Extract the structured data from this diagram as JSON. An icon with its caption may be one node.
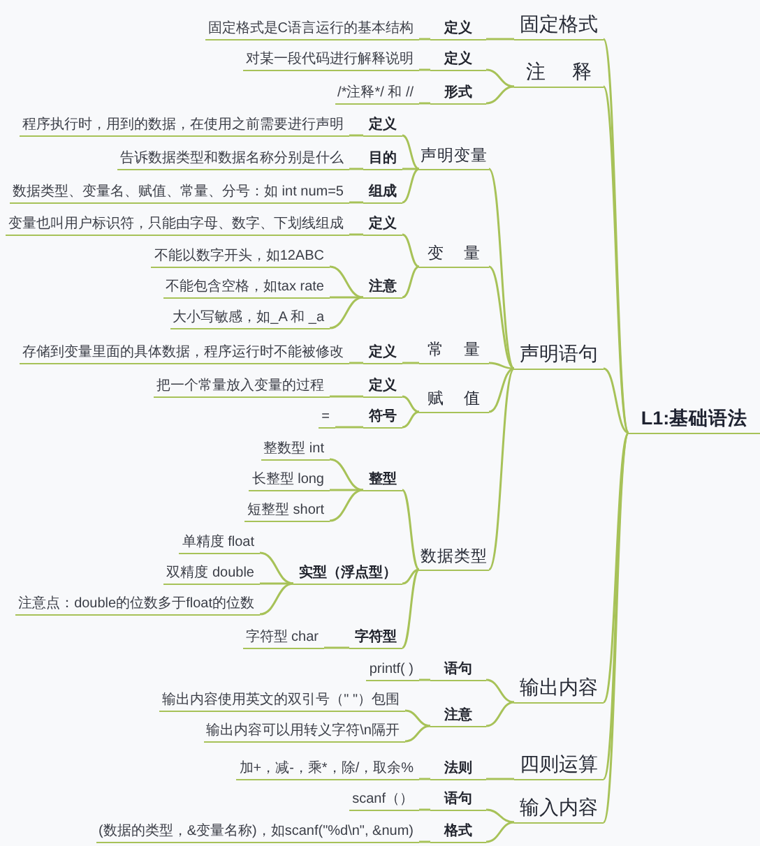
{
  "diagram": {
    "nodes": [
      {
        "text": [
          "L1:基础语法"
        ]
      },
      {
        "text": [
          "固定格式"
        ]
      },
      {
        "text": [
          "定义"
        ]
      },
      {
        "text": [
          "固定格式是C语言运行的基本结构"
        ]
      },
      {
        "text": [
          "注 释"
        ]
      },
      {
        "text": [
          "定义"
        ]
      },
      {
        "text": [
          "对某一段代码进行解释说明"
        ]
      },
      {
        "text": [
          "形式"
        ]
      },
      {
        "text": [
          "/*注释*/ 和 //"
        ]
      },
      {
        "text": [
          "声明语句"
        ]
      },
      {
        "text": [
          "声明变量"
        ]
      },
      {
        "text": [
          "定义"
        ]
      },
      {
        "text": [
          "程序执行时，用到的数据，在使用之前需要进行声明"
        ]
      },
      {
        "text": [
          "目的"
        ]
      },
      {
        "text": [
          "告诉数据类型和数据名称分别是什么"
        ]
      },
      {
        "text": [
          "组成"
        ]
      },
      {
        "text": [
          "数据类型、变量名、赋值、常量、分号：如 int num=5"
        ]
      },
      {
        "text": [
          "变 量"
        ]
      },
      {
        "text": [
          "定义"
        ]
      },
      {
        "text": [
          "变量也叫用户标识符，只能由字母、数字、下划线组成"
        ]
      },
      {
        "text": [
          "注意"
        ]
      },
      {
        "text": [
          "不能以数字开头，如12ABC"
        ]
      },
      {
        "text": [
          "不能包含空格，如tax rate"
        ]
      },
      {
        "text": [
          "大小写敏感，如_A 和 _a"
        ]
      },
      {
        "text": [
          "常 量"
        ]
      },
      {
        "text": [
          "定义"
        ]
      },
      {
        "text": [
          "存储到变量里面的具体数据，程序运行时不能被修改"
        ]
      },
      {
        "text": [
          "赋 值"
        ]
      },
      {
        "text": [
          "定义"
        ]
      },
      {
        "text": [
          "把一个常量放入变量的过程"
        ]
      },
      {
        "text": [
          "符号"
        ]
      },
      {
        "text": [
          "="
        ]
      },
      {
        "text": [
          "数据类型"
        ]
      },
      {
        "text": [
          "整型"
        ]
      },
      {
        "text": [
          "整数型 int"
        ]
      },
      {
        "text": [
          "长整型 long"
        ]
      },
      {
        "text": [
          "短整型 short"
        ]
      },
      {
        "text": [
          "实型（浮点型）"
        ]
      },
      {
        "text": [
          "单精度 float"
        ]
      },
      {
        "text": [
          "双精度 double"
        ]
      },
      {
        "text": [
          "注意点：double的位数多于float的位数"
        ]
      },
      {
        "text": [
          "字符型"
        ]
      },
      {
        "text": [
          "字符型 char"
        ]
      },
      {
        "text": [
          "输出内容"
        ]
      },
      {
        "text": [
          "语句"
        ]
      },
      {
        "text": [
          "printf( )"
        ]
      },
      {
        "text": [
          "注意"
        ]
      },
      {
        "text": [
          "输出内容使用英文的双引号（\" \"）包围"
        ]
      },
      {
        "text": [
          "输出内容可以用转义字符\\n隔开"
        ]
      },
      {
        "text": [
          "四则运算"
        ]
      },
      {
        "text": [
          "法则"
        ]
      },
      {
        "text": [
          "加+，减-，乘*，除/，取余%"
        ]
      },
      {
        "text": [
          "输入内容"
        ]
      },
      {
        "text": [
          "语句"
        ]
      },
      {
        "text": [
          "scanf（）"
        ]
      },
      {
        "text": [
          "格式"
        ]
      },
      {
        "text": [
          "(数据的类型，&变量名称)，如scanf(\"%d\\n\", &num)"
        ]
      }
    ],
    "edges": [
      {
        "from": 0,
        "to": 1,
        "arrow": "none"
      },
      {
        "from": 1,
        "to": 2,
        "arrow": "none"
      },
      {
        "from": 2,
        "to": 3,
        "arrow": "none"
      },
      {
        "from": 0,
        "to": 4,
        "arrow": "none"
      },
      {
        "from": 4,
        "to": 5,
        "arrow": "none"
      },
      {
        "from": 5,
        "to": 6,
        "arrow": "none"
      },
      {
        "from": 4,
        "to": 7,
        "arrow": "none"
      },
      {
        "from": 7,
        "to": 8,
        "arrow": "none"
      },
      {
        "from": 0,
        "to": 9,
        "arrow": "none"
      },
      {
        "from": 9,
        "to": 10,
        "arrow": "none"
      },
      {
        "from": 10,
        "to": 11,
        "arrow": "none"
      },
      {
        "from": 11,
        "to": 12,
        "arrow": "none"
      },
      {
        "from": 10,
        "to": 13,
        "arrow": "none"
      },
      {
        "from": 13,
        "to": 14,
        "arrow": "none"
      },
      {
        "from": 10,
        "to": 15,
        "arrow": "none"
      },
      {
        "from": 15,
        "to": 16,
        "arrow": "none"
      },
      {
        "from": 9,
        "to": 17,
        "arrow": "none"
      },
      {
        "from": 17,
        "to": 18,
        "arrow": "none"
      },
      {
        "from": 18,
        "to": 19,
        "arrow": "none"
      },
      {
        "from": 17,
        "to": 20,
        "arrow": "none"
      },
      {
        "from": 20,
        "to": 21,
        "arrow": "none"
      },
      {
        "from": 20,
        "to": 22,
        "arrow": "none"
      },
      {
        "from": 20,
        "to": 23,
        "arrow": "none"
      },
      {
        "from": 9,
        "to": 24,
        "arrow": "none"
      },
      {
        "from": 24,
        "to": 25,
        "arrow": "none"
      },
      {
        "from": 25,
        "to": 26,
        "arrow": "none"
      },
      {
        "from": 9,
        "to": 27,
        "arrow": "none"
      },
      {
        "from": 27,
        "to": 28,
        "arrow": "none"
      },
      {
        "from": 28,
        "to": 29,
        "arrow": "none"
      },
      {
        "from": 27,
        "to": 30,
        "arrow": "none"
      },
      {
        "from": 30,
        "to": 31,
        "arrow": "none"
      },
      {
        "from": 9,
        "to": 32,
        "arrow": "none"
      },
      {
        "from": 32,
        "to": 33,
        "arrow": "none"
      },
      {
        "from": 33,
        "to": 34,
        "arrow": "none"
      },
      {
        "from": 33,
        "to": 35,
        "arrow": "none"
      },
      {
        "from": 33,
        "to": 36,
        "arrow": "none"
      },
      {
        "from": 32,
        "to": 37,
        "arrow": "none"
      },
      {
        "from": 37,
        "to": 38,
        "arrow": "none"
      },
      {
        "from": 37,
        "to": 39,
        "arrow": "none"
      },
      {
        "from": 37,
        "to": 40,
        "arrow": "none"
      },
      {
        "from": 32,
        "to": 41,
        "arrow": "none"
      },
      {
        "from": 41,
        "to": 42,
        "arrow": "none"
      },
      {
        "from": 0,
        "to": 43,
        "arrow": "none"
      },
      {
        "from": 43,
        "to": 44,
        "arrow": "none"
      },
      {
        "from": 44,
        "to": 45,
        "arrow": "none"
      },
      {
        "from": 43,
        "to": 46,
        "arrow": "none"
      },
      {
        "from": 46,
        "to": 47,
        "arrow": "none"
      },
      {
        "from": 46,
        "to": 48,
        "arrow": "none"
      },
      {
        "from": 0,
        "to": 49,
        "arrow": "none"
      },
      {
        "from": 49,
        "to": 50,
        "arrow": "none"
      },
      {
        "from": 50,
        "to": 51,
        "arrow": "none"
      },
      {
        "from": 0,
        "to": 52,
        "arrow": "none"
      },
      {
        "from": 52,
        "to": 53,
        "arrow": "none"
      },
      {
        "from": 53,
        "to": 54,
        "arrow": "none"
      },
      {
        "from": 52,
        "to": 55,
        "arrow": "none"
      },
      {
        "from": 55,
        "to": 56,
        "arrow": "none"
      }
    ]
  }
}
